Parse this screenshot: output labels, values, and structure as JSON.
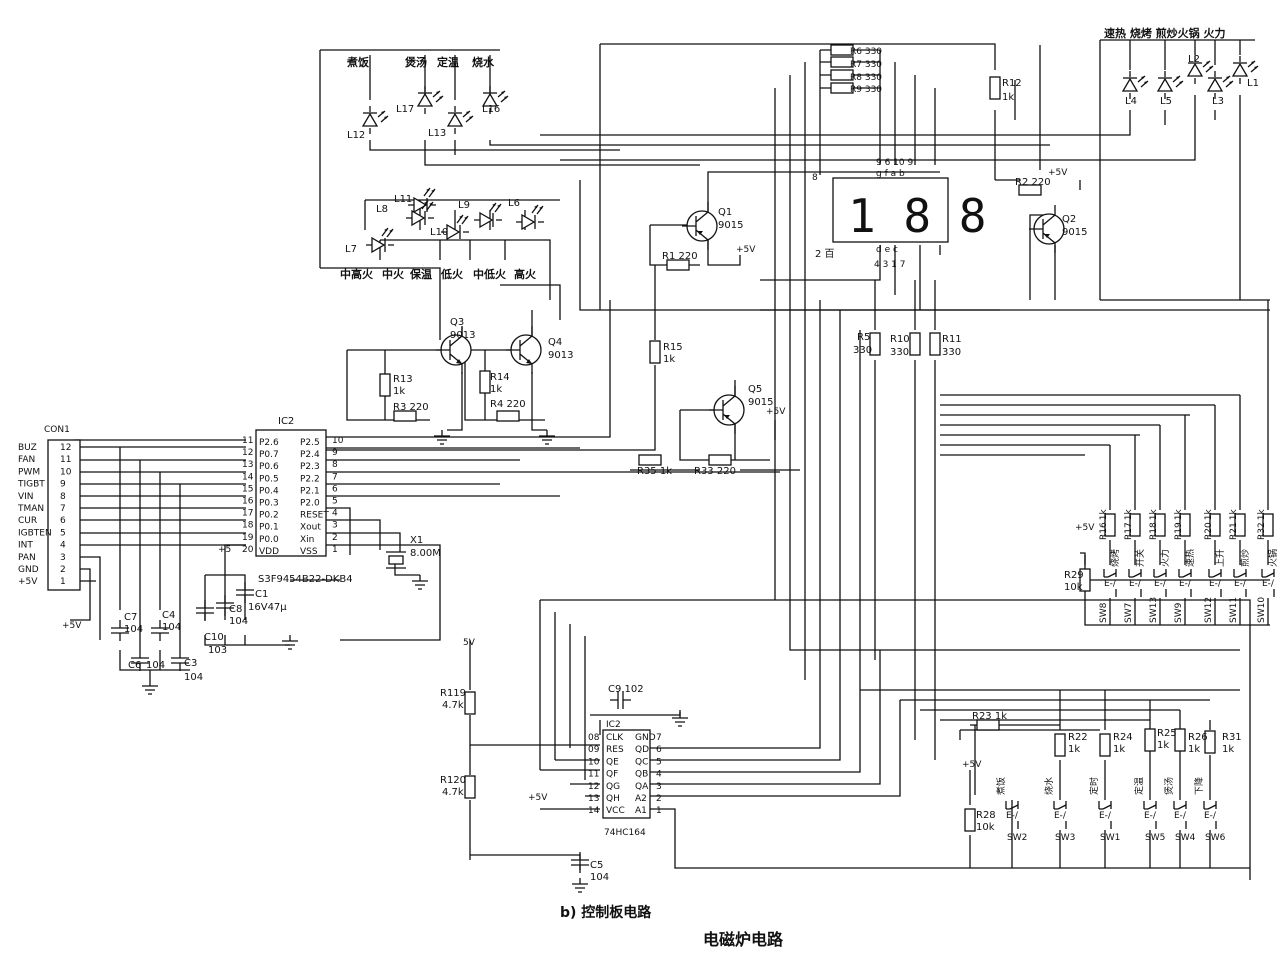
{
  "captions": {
    "sub": "b) 控制板电路",
    "main": "电磁炉电路"
  },
  "con1": {
    "ref": "CON1",
    "signals": [
      "BUZ",
      "FAN",
      "PWM",
      "TIGBT",
      "VIN",
      "TMAN",
      "CUR",
      "IGBTEN",
      "INT",
      "PAN",
      "GND",
      "+5V"
    ],
    "pins": [
      "12",
      "11",
      "10",
      "9",
      "8",
      "7",
      "6",
      "5",
      "4",
      "3",
      "2",
      "1"
    ]
  },
  "ic2": {
    "ref": "IC2",
    "part": "S3F9454B22-DKB4",
    "left_names": [
      "P2.6",
      "P0.7",
      "P0.6",
      "P0.5",
      "P0.4",
      "P0.3",
      "P0.2",
      "P0.1",
      "P0.0",
      "VDD"
    ],
    "left_nums": [
      "11",
      "12",
      "13",
      "14",
      "15",
      "16",
      "17",
      "18",
      "19",
      "20"
    ],
    "right_names": [
      "P2.5",
      "P2.4",
      "P2.3",
      "P2.2",
      "P2.1",
      "P2.0",
      "RESET",
      "Xout",
      "Xin",
      "VSS"
    ],
    "right_nums": [
      "10",
      "9",
      "8",
      "7",
      "6",
      "5",
      "4",
      "3",
      "2",
      "1"
    ]
  },
  "ic74": {
    "ref": "IC2",
    "part": "74HC164",
    "left_names": [
      "CLK",
      "RES",
      "QE",
      "QF",
      "QG",
      "QH",
      "VCC"
    ],
    "left_nums": [
      "08",
      "09",
      "10",
      "11",
      "12",
      "13",
      "14"
    ],
    "right_names": [
      "GND",
      "QD",
      "QC",
      "QB",
      "QA",
      "A2",
      "A1"
    ],
    "right_nums": [
      "7",
      "6",
      "5",
      "4",
      "3",
      "2",
      "1"
    ]
  },
  "top_leds": [
    {
      "ref": "L12",
      "func": "煮饭"
    },
    {
      "ref": "L17",
      "func": "煲汤"
    },
    {
      "ref": "L13",
      "func": "定温"
    },
    {
      "ref": "L16",
      "func": "烧水"
    }
  ],
  "fire_leds": [
    {
      "ref": "L7",
      "func": "中高火"
    },
    {
      "ref": "L8",
      "func": "中火"
    },
    {
      "ref": "L11",
      "func": "保温"
    },
    {
      "ref": "L10",
      "func": "低火"
    },
    {
      "ref": "L9",
      "func": "中低火"
    },
    {
      "ref": "L6",
      "func": "高火"
    }
  ],
  "right_leds": {
    "labels": "速热  烧烤  煎炒火锅  火力",
    "refs": [
      "L4",
      "L5",
      "L2",
      "L3",
      "L1"
    ]
  },
  "transistors": [
    {
      "ref": "Q1",
      "type": "9015"
    },
    {
      "ref": "Q2",
      "type": "9015"
    },
    {
      "ref": "Q3",
      "type": "9013"
    },
    {
      "ref": "Q4",
      "type": "9013"
    },
    {
      "ref": "Q5",
      "type": "9015"
    }
  ],
  "resistors": [
    {
      "ref": "R6",
      "val": "330"
    },
    {
      "ref": "R7",
      "val": "330"
    },
    {
      "ref": "R8",
      "val": "330"
    },
    {
      "ref": "R9",
      "val": "330"
    },
    {
      "ref": "R12",
      "val": "1k"
    },
    {
      "ref": "R2",
      "val": "220"
    },
    {
      "ref": "R1",
      "val": "220"
    },
    {
      "ref": "R13",
      "val": "1k"
    },
    {
      "ref": "R3",
      "val": "220"
    },
    {
      "ref": "R14",
      "val": "1k"
    },
    {
      "ref": "R4",
      "val": "220"
    },
    {
      "ref": "R15",
      "val": "1k"
    },
    {
      "ref": "R35",
      "val": "1k"
    },
    {
      "ref": "R33",
      "val": "220"
    },
    {
      "ref": "R5",
      "val": "330"
    },
    {
      "ref": "R10",
      "val": "330"
    },
    {
      "ref": "R11",
      "val": "330"
    },
    {
      "ref": "R119",
      "val": "4.7k"
    },
    {
      "ref": "R120",
      "val": "4.7k"
    },
    {
      "ref": "R23",
      "val": "1k"
    },
    {
      "ref": "R22",
      "val": "1k"
    },
    {
      "ref": "R24",
      "val": "1k"
    },
    {
      "ref": "R25",
      "val": "1k"
    },
    {
      "ref": "R26",
      "val": "1k"
    },
    {
      "ref": "R31",
      "val": "1k"
    },
    {
      "ref": "R28",
      "val": "10k"
    },
    {
      "ref": "R29",
      "val": "10k"
    }
  ],
  "capacitors": [
    {
      "ref": "C7",
      "val": "104"
    },
    {
      "ref": "C6",
      "val": "104"
    },
    {
      "ref": "C4",
      "val": "104"
    },
    {
      "ref": "C3",
      "val": "104"
    },
    {
      "ref": "C8",
      "val": "104"
    },
    {
      "ref": "C10",
      "val": "103"
    },
    {
      "ref": "C1",
      "val": "16V47μ"
    },
    {
      "ref": "C9",
      "val": "102"
    },
    {
      "ref": "C5",
      "val": "104"
    }
  ],
  "crystal": {
    "ref": "X1",
    "val": "8.00M"
  },
  "display": {
    "top_pins": "9  6  10  9",
    "top_segs": "g  f  a  b",
    "bot_pins": "4  3  1  7",
    "bot_segs": "d  e  c",
    "digits": "1 8 8",
    "left_pin": "8",
    "bl_label": "2 百"
  },
  "power": {
    "v5": "+5V",
    "v5b": "+5",
    "v5c": "5V"
  },
  "right_keys": [
    {
      "r": "R16",
      "v": "1k",
      "f": "烧烤",
      "sw": "SW8"
    },
    {
      "r": "R17",
      "v": "1k",
      "f": "开关",
      "sw": "SW7"
    },
    {
      "r": "R18",
      "v": "1k",
      "f": "火力",
      "sw": "SW13"
    },
    {
      "r": "R19",
      "v": "1k",
      "f": "速热",
      "sw": "SW9"
    },
    {
      "r": "R20",
      "v": "1k",
      "f": "上升",
      "sw": "SW12"
    },
    {
      "r": "R21",
      "v": "1k",
      "f": "煎炒",
      "sw": "SW11"
    },
    {
      "r": "R32",
      "v": "1k",
      "f": "火锅",
      "sw": "SW10"
    }
  ],
  "bottom_keys": [
    {
      "f": "煮饭",
      "sw": "SW2"
    },
    {
      "f": "烧水",
      "sw": "SW3"
    },
    {
      "f": "定时",
      "sw": "SW1"
    },
    {
      "f": "定温",
      "sw": "SW5"
    },
    {
      "f": "煲汤",
      "sw": "SW4"
    },
    {
      "f": "下降",
      "sw": "SW6"
    }
  ],
  "switch_symbol": "E-/"
}
